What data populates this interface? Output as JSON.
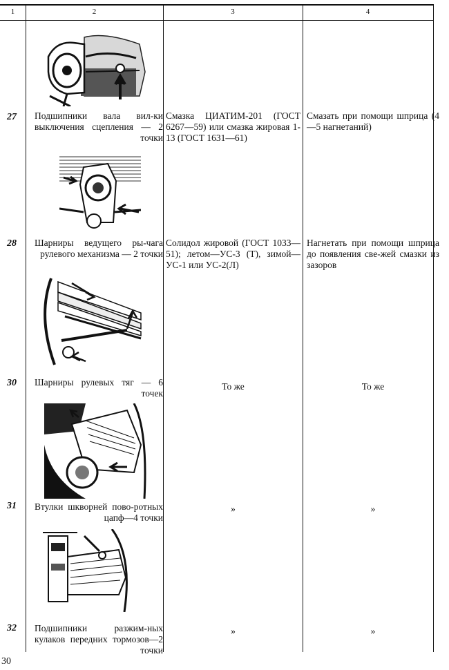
{
  "header": {
    "col1": "1",
    "col2": "2",
    "col3": "3",
    "col4": "4"
  },
  "rows": [
    {
      "num": "27",
      "point": "Подшипники вала вил-ки выключения сцепления — 2 точки",
      "lubricant": "Смазка ЦИАТИМ-201 (ГОСТ 6267—59) или смазка жировая 1-13 (ГОСТ 1631—61)",
      "method": "Смазать при помощи шприца (4—5 нагнетаний)"
    },
    {
      "num": "28",
      "point": "Шарниры ведущего ры-чага рулевого механизма — 2 точки",
      "lubricant": "Солидол жировой (ГОСТ 1033—51); летом—УС-3 (Т), зимой—УС-1 или УС-2(Л)",
      "method": "Нагнетать при помощи шприца до появления све-жей смазки из зазоров"
    },
    {
      "num": "30",
      "point": "Шарниры рулевых тяг — 6 точек",
      "lubricant": "То же",
      "method": "То же"
    },
    {
      "num": "31",
      "point": "Втулки шкворней пово-ротных цапф—4 точки",
      "lubricant": "»",
      "method": "»"
    },
    {
      "num": "32",
      "point": "Подшипники разжим-ных кулаков передних тормозов—2 точки",
      "lubricant": "»",
      "method": "»"
    }
  ],
  "page_number": "30"
}
